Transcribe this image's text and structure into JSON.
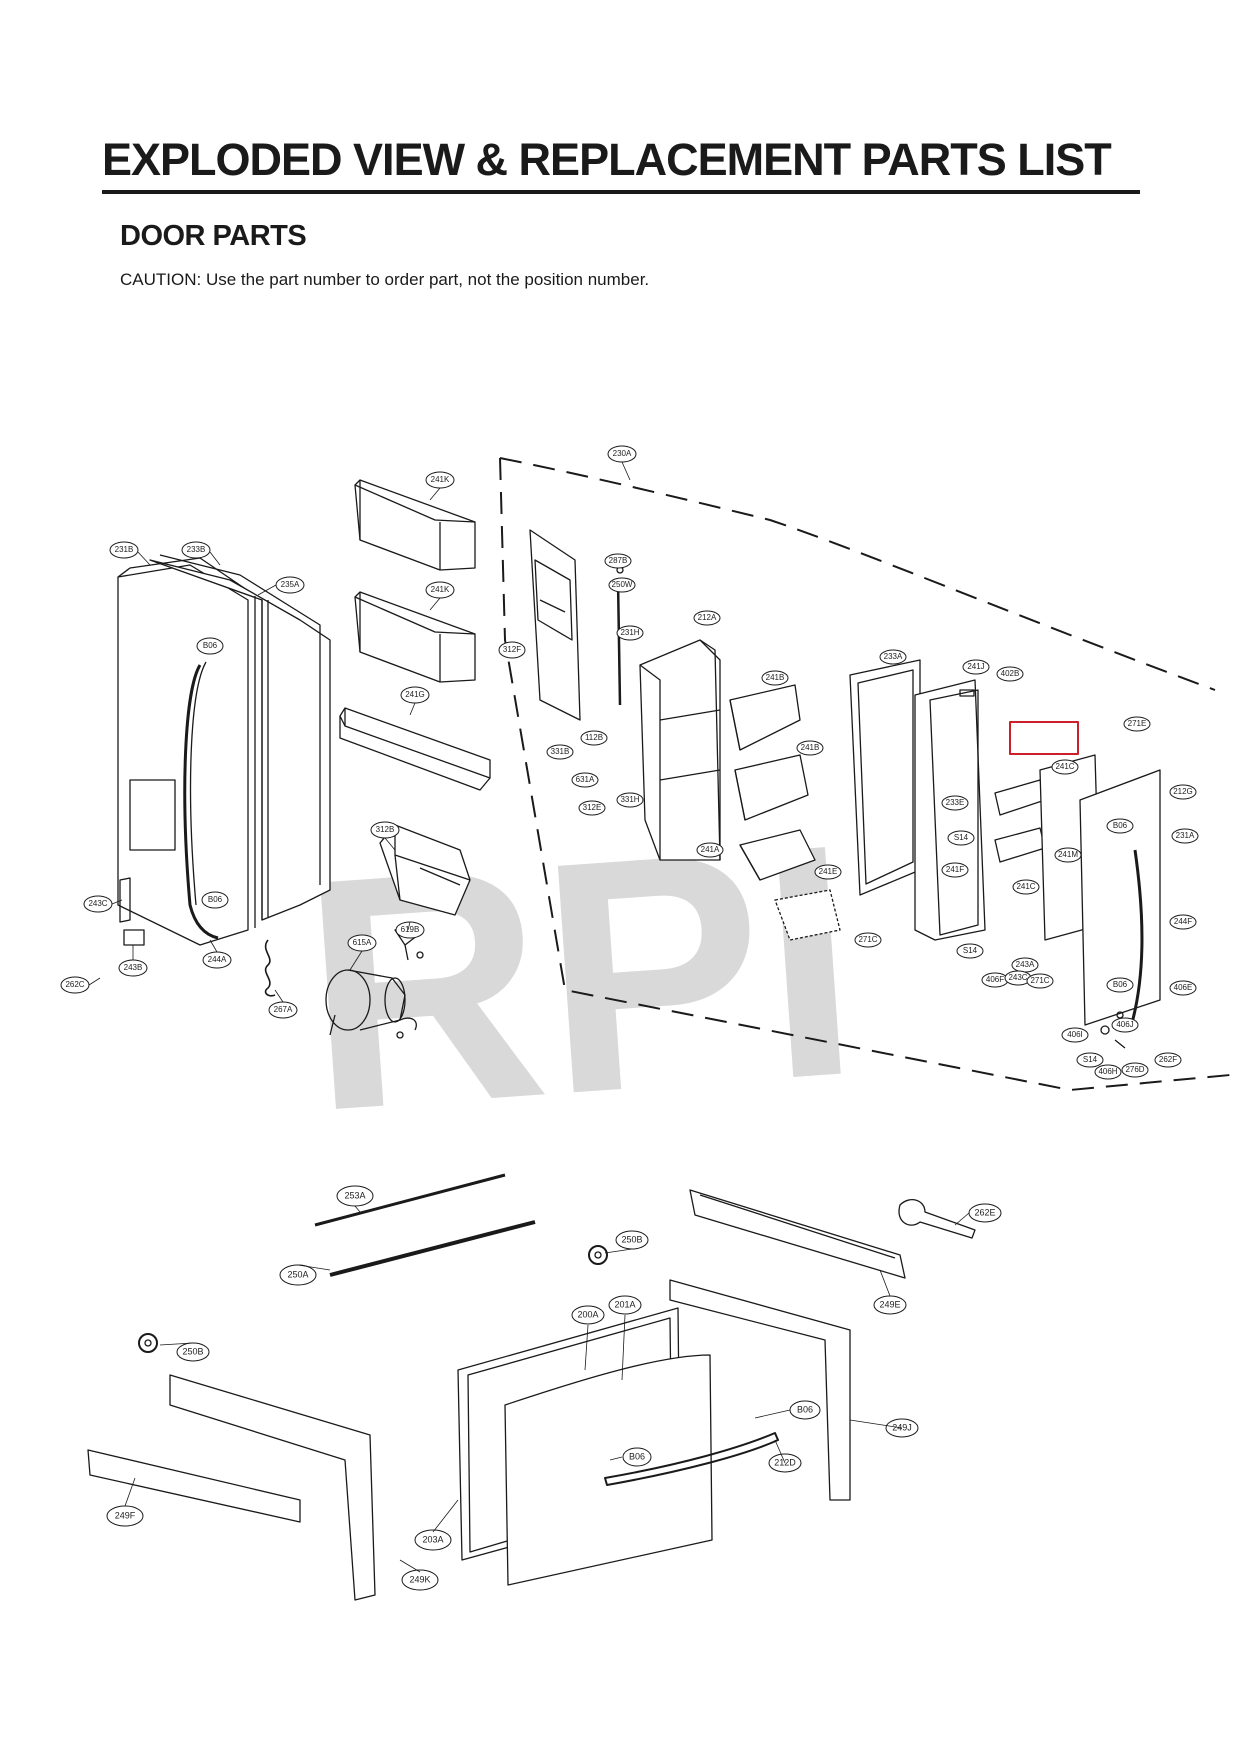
{
  "header": {
    "title": "EXPLODED VIEW & REPLACEMENT PARTS LIST",
    "section": "DOOR PARTS",
    "caution": "CAUTION: Use the part number to order part, not the position number."
  },
  "watermark": "RPI",
  "upper_callouts": [
    "231B",
    "233B",
    "235A",
    "B06",
    "B06",
    "243C",
    "243B",
    "262C",
    "244A",
    "267A",
    "241K",
    "241K",
    "241G",
    "312B",
    "615A",
    "619B",
    "230A",
    "312F",
    "287B",
    "250W",
    "231H",
    "331B",
    "112B",
    "631A",
    "331H",
    "312E",
    "212A",
    "241B",
    "241B",
    "241A",
    "241E",
    "233A",
    "241J",
    "402B",
    "271C",
    "233E",
    "S14",
    "241F",
    "S14",
    "406F",
    "243A",
    "243C",
    "271C",
    "271E",
    "212G",
    "241C",
    "B06",
    "241M",
    "241C",
    "231A",
    "244F",
    "B06",
    "406E",
    "406I",
    "406J",
    "S14",
    "406H",
    "276D",
    "262F"
  ],
  "lower_callouts": [
    "253A",
    "250A",
    "250B",
    "262E",
    "249E",
    "250B",
    "200A",
    "201A",
    "B06",
    "249J",
    "B06",
    "212D",
    "249F",
    "203A",
    "249K"
  ],
  "colors": {
    "ink": "#1a1a1a",
    "watermark": "#d9d9d9",
    "note_box": "#cc1f2a"
  }
}
